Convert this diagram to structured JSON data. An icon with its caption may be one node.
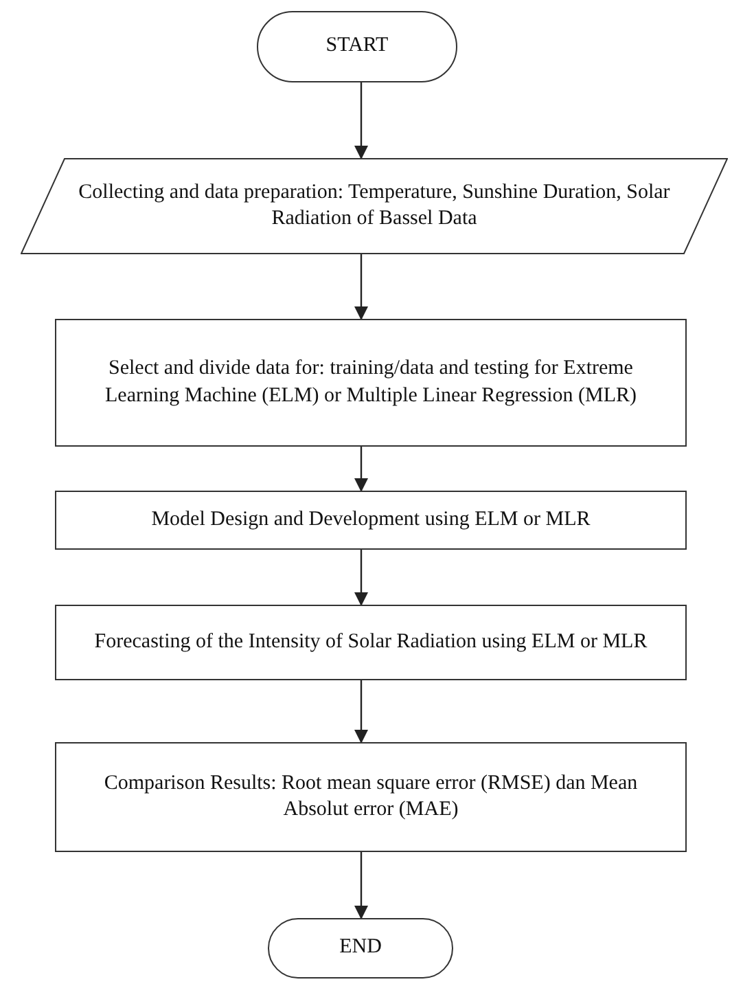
{
  "diagram": {
    "nodes": [
      {
        "text": [
          "START"
        ]
      },
      {
        "text": [
          "Collecting and data preparation: Temperature, Sunshine Duration, Solar Radiation of Bassel Data"
        ]
      },
      {
        "text": [
          "Select and divide data for: training/data and testing for Extreme Learning Machine (ELM) or Multiple Linear Regression (MLR)"
        ]
      },
      {
        "text": [
          "Model Design and Development using ELM or MLR"
        ]
      },
      {
        "text": [
          "Forecasting of the Intensity of Solar Radiation using ELM or MLR"
        ]
      },
      {
        "text": [
          "Comparison Results: Root mean square error (RMSE) dan Mean Absolut error (MAE)"
        ]
      },
      {
        "text": [
          "END"
        ]
      }
    ],
    "edges": [
      {
        "from": 0,
        "to": 1,
        "arrow": "to"
      },
      {
        "from": 1,
        "to": 2,
        "arrow": "to"
      },
      {
        "from": 2,
        "to": 3,
        "arrow": "to"
      },
      {
        "from": 3,
        "to": 4,
        "arrow": "to"
      },
      {
        "from": 4,
        "to": 5,
        "arrow": "to"
      },
      {
        "from": 5,
        "to": 6,
        "arrow": "to"
      }
    ]
  }
}
